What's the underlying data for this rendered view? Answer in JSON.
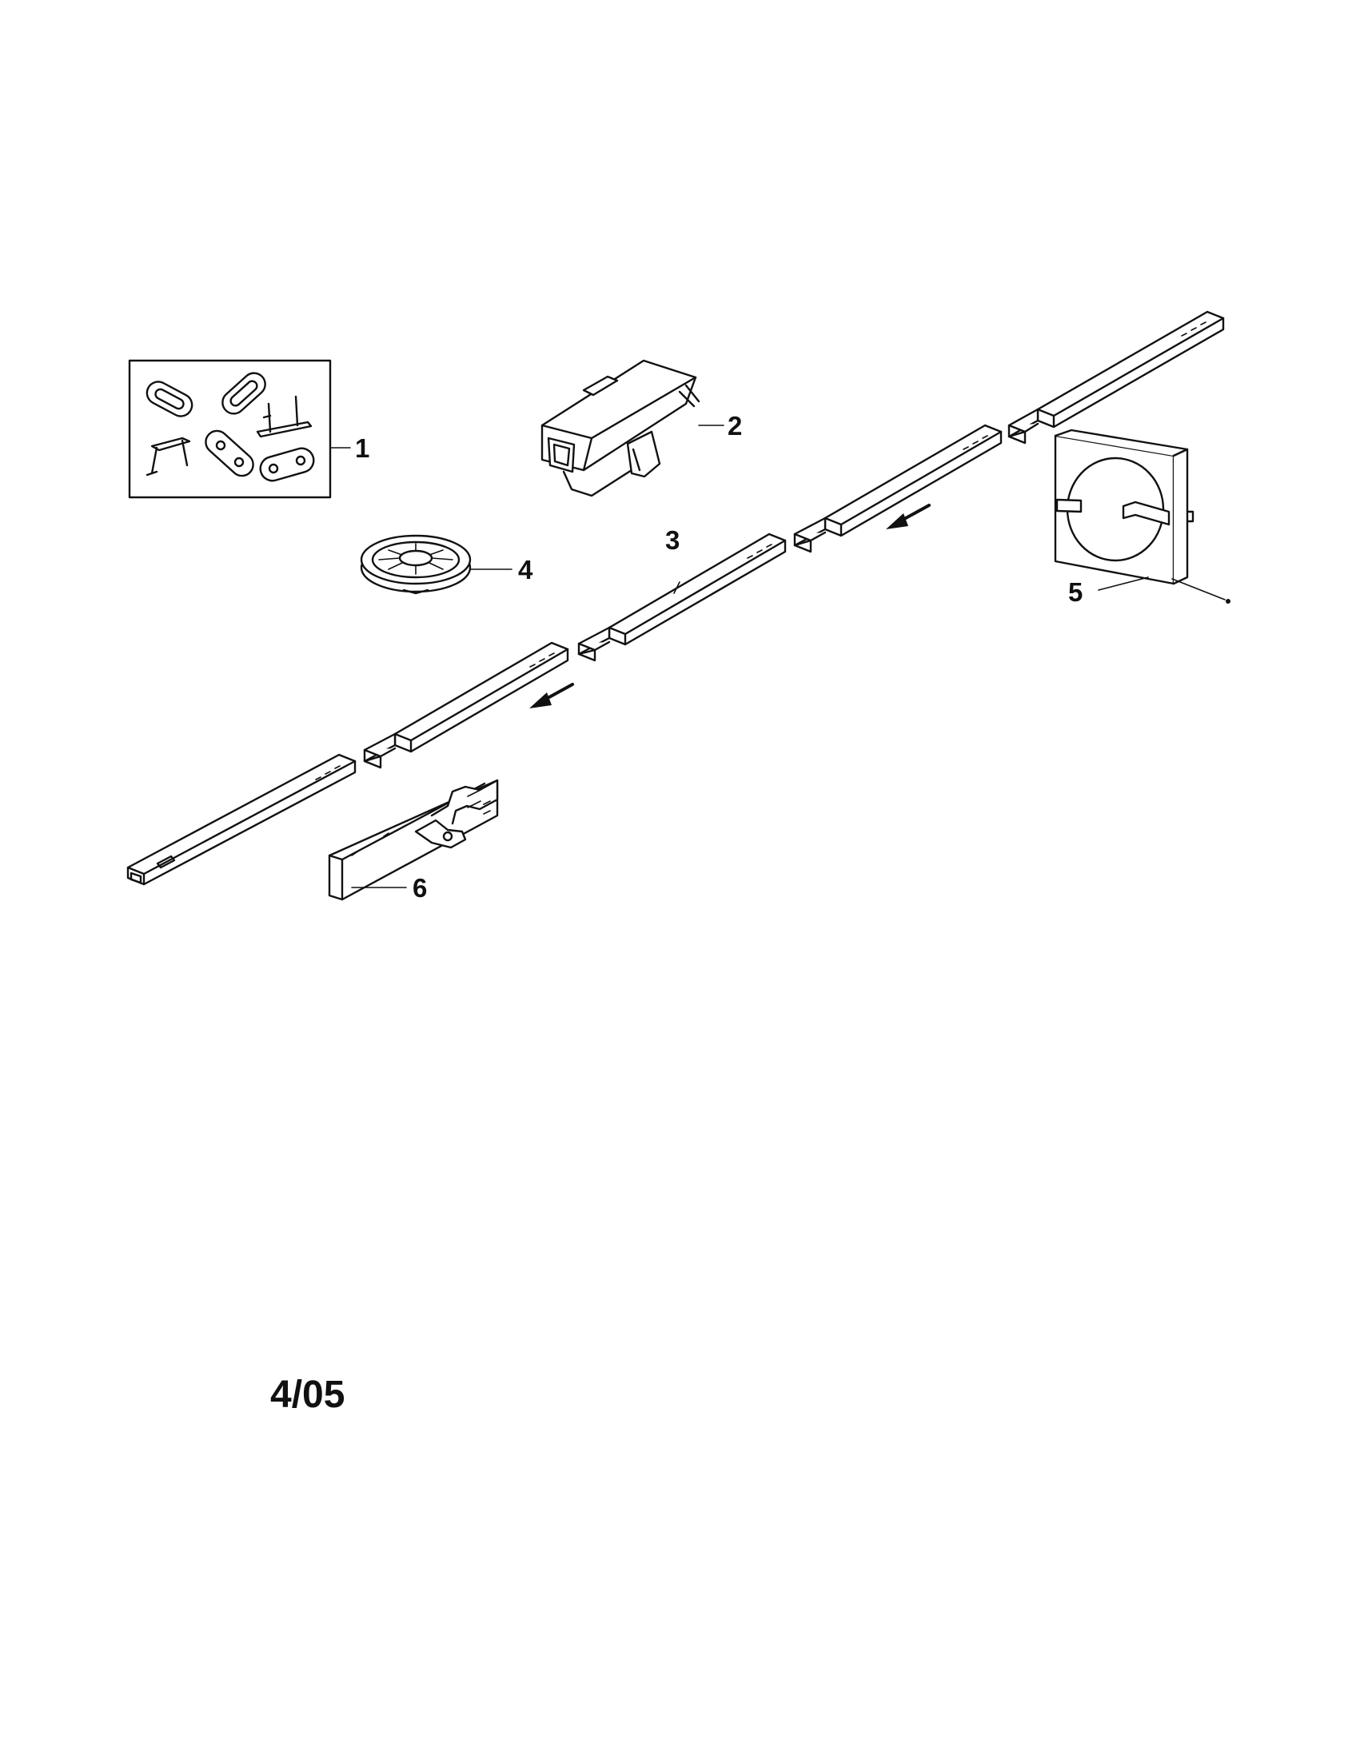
{
  "callouts": [
    {
      "id": "1",
      "label": "1",
      "part": "chain-link-kit"
    },
    {
      "id": "2",
      "label": "2",
      "part": "carriage"
    },
    {
      "id": "3",
      "label": "3",
      "part": "rail-section"
    },
    {
      "id": "4",
      "label": "4",
      "part": "idler-pulley"
    },
    {
      "id": "5",
      "label": "5",
      "part": "chain-box"
    },
    {
      "id": "6",
      "label": "6",
      "part": "rail-bracket"
    }
  ],
  "footer": {
    "date_code": "4/05"
  },
  "colors": {
    "ink": "#111111",
    "paper": "#ffffff"
  }
}
